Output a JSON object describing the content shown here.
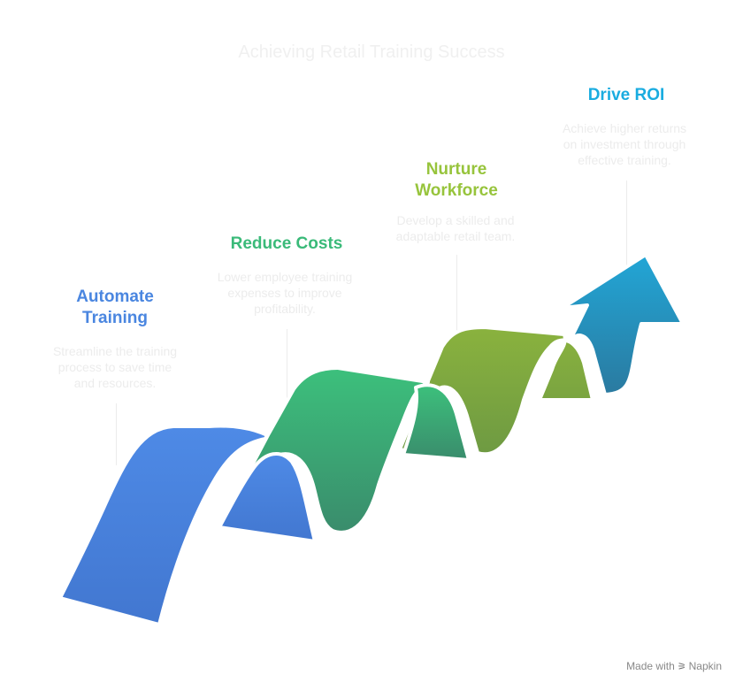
{
  "title": "Achieving Retail Training Success",
  "steps": [
    {
      "title_line1": "Automate",
      "title_line2": "Training",
      "description_lines": [
        "Streamline the training",
        "process to save time",
        "and resources."
      ],
      "color": "#4a86e0"
    },
    {
      "title_line1": "Reduce Costs",
      "title_line2": "",
      "description_lines": [
        "Lower employee training",
        "expenses to improve",
        "profitability."
      ],
      "color": "#3aba79"
    },
    {
      "title_line1": "Nurture",
      "title_line2": "Workforce",
      "description_lines": [
        "Develop a skilled and",
        "adaptable retail team."
      ],
      "color": "#97c43c"
    },
    {
      "title_line1": "Drive ROI",
      "title_line2": "",
      "description_lines": [
        "Achieve higher returns",
        "on investment through",
        "effective training."
      ],
      "color": "#1aace0"
    }
  ],
  "footer": {
    "made_with": "Made with",
    "brand": "Napkin",
    "icon": "napkin-logo-icon"
  }
}
